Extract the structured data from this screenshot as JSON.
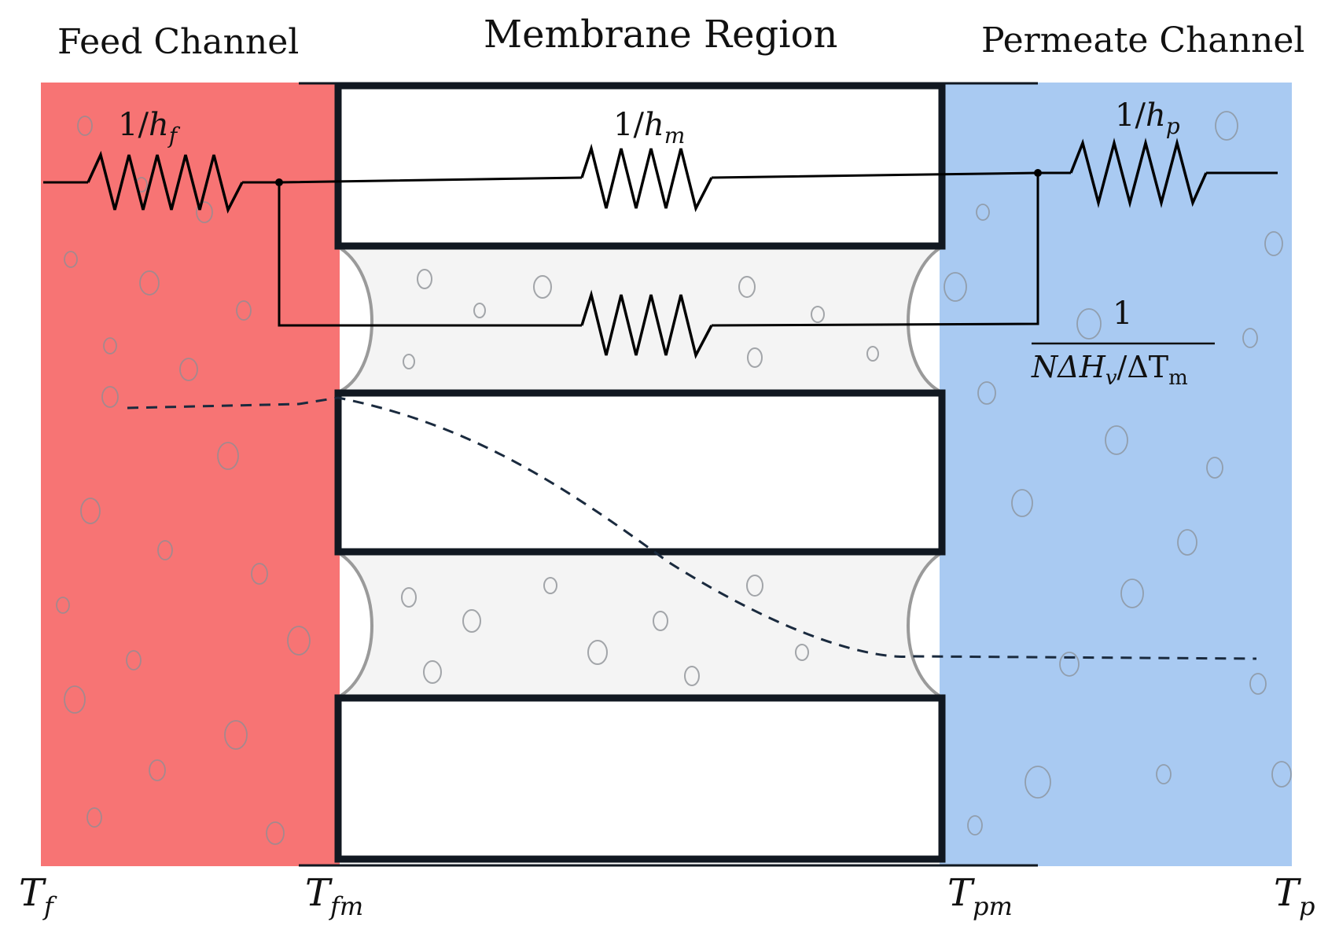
{
  "headers": {
    "feed": "Feed Channel",
    "membrane": "Membrane Region",
    "permeate": "Permeate Channel"
  },
  "resistances": {
    "feed": {
      "prefix": "1/",
      "symbol": "h",
      "sub": "f"
    },
    "membrane": {
      "prefix": "1/",
      "symbol": "h",
      "sub": "m"
    },
    "permeate": {
      "prefix": "1/",
      "symbol": "h",
      "sub": "p"
    },
    "vapor": {
      "numerator": "1",
      "den_N": "NΔ",
      "den_H": "H",
      "den_v": "v",
      "den_slash": "/ΔT",
      "den_m": "m"
    }
  },
  "temperatures": {
    "tf": {
      "symbol": "T",
      "sub": "f"
    },
    "tfm": {
      "symbol": "T",
      "sub": "fm"
    },
    "tpm": {
      "symbol": "T",
      "sub": "pm"
    },
    "tp": {
      "symbol": "T",
      "sub": "p"
    }
  },
  "colors": {
    "feed": "#f77474",
    "permeate": "#a9caf2",
    "pore": "#f4f4f4",
    "membrane_outline": "#111821"
  }
}
